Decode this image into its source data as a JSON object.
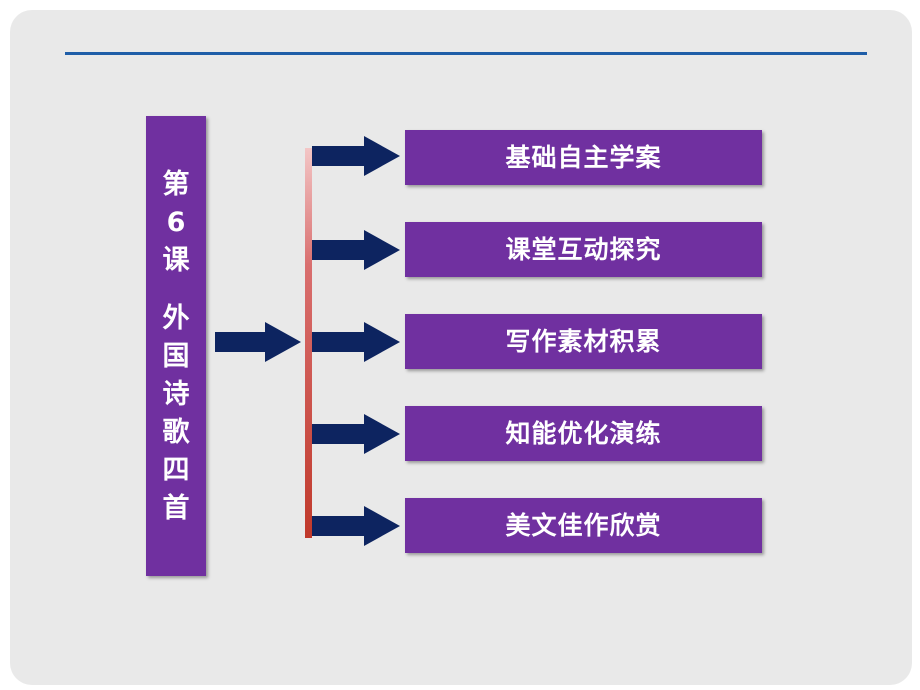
{
  "title": {
    "lines": [
      "第",
      "6",
      "课",
      "",
      "外",
      "国",
      "诗",
      "歌",
      "四",
      "首"
    ]
  },
  "items": [
    {
      "label": "基础自主学案"
    },
    {
      "label": "课堂互动探究"
    },
    {
      "label": "写作素材积累"
    },
    {
      "label": "知能优化演练"
    },
    {
      "label": "美文佳作欣赏"
    }
  ],
  "colors": {
    "box_fill": "#7030a0",
    "arrow_fill": "#0d2460",
    "rule": "#1f5ea8",
    "connector": "#c0392b",
    "slide_bg": "#e9e9e9"
  }
}
